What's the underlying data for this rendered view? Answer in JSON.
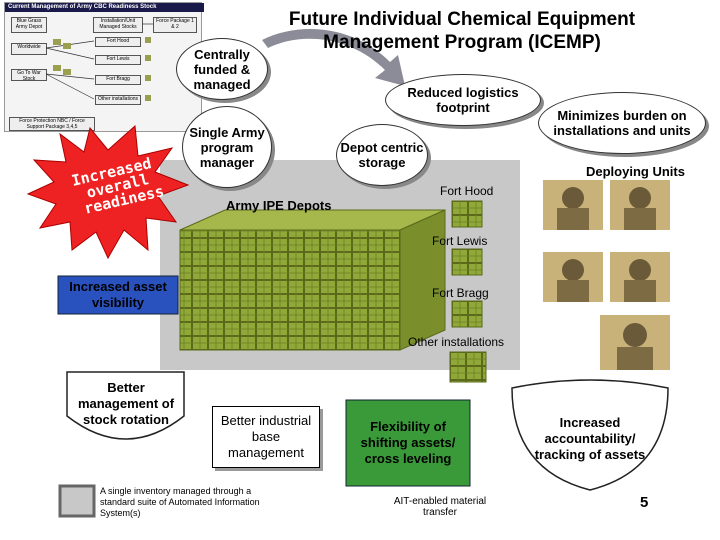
{
  "inset": {
    "header": "Current Management of Army CBC Readiness Stock",
    "col1": [
      "Blue Grass Army Depot",
      "Worldwide",
      "Go To War Stock",
      "Force Protection NBC / Force Support Package 3,4,5"
    ],
    "col2": [
      "Installation/Unit Managed Stocks",
      "Fort Hood",
      "Fort Lewis",
      "Fort Bragg",
      "Other installations"
    ],
    "col3": [
      "Force Package 1 & 2"
    ]
  },
  "title": "Future Individual Chemical Equipment Management Program (ICEMP)",
  "callouts": {
    "centrally_funded": "Centrally funded & managed",
    "single_manager": "Single Army program manager",
    "depot_centric": "Depot centric storage",
    "reduced_logistics": "Reduced logistics footprint",
    "minimizes_burden": "Minimizes burden on installations and units",
    "increased_readiness": [
      "Increased",
      "overall",
      "readiness"
    ]
  },
  "labels": {
    "army_ipe_depots": "Army IPE Depots",
    "deploying_units": "Deploying Units",
    "fort_hood": "Fort Hood",
    "fort_lewis": "Fort Lewis",
    "fort_bragg": "Fort Bragg",
    "other_installations": "Other installations"
  },
  "benefits": {
    "asset_visibility": "Increased asset visibility",
    "stock_rotation": "Better management of stock rotation",
    "industrial_base": "Better industrial base management",
    "flexibility": "Flexibility of shifting assets/ cross leveling",
    "accountability": "Increased accountability/ tracking of assets"
  },
  "footer": {
    "ais_note": "A single inventory managed through a standard suite of Automated Information System(s)",
    "ait_note": "AIT-enabled material transfer",
    "page_number": "5"
  },
  "colors": {
    "panel_grey": "#c8c8c8",
    "burst_red": "#ee2222",
    "box_blue": "#2a52be",
    "box_green": "#3a9a3a",
    "arrow_grey": "#8c8c98",
    "crate_green": "#8fa838"
  }
}
